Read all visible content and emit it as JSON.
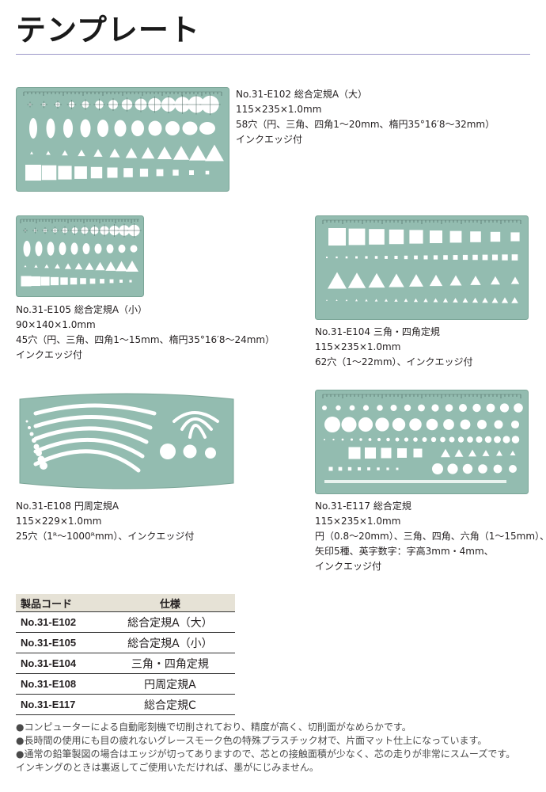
{
  "page": {
    "title": "テンプレート"
  },
  "templates": [
    {
      "id": "e102",
      "specs": [
        "No.31-E102 総合定規A（大）",
        "115×235×1.0mm",
        "58穴（円、三角、四角1〜20mm、楕円35°16′8〜32mm）",
        "インクエッジ付"
      ]
    },
    {
      "id": "e105",
      "specs": [
        "No.31-E105 総合定規A（小）",
        "90×140×1.0mm",
        "45穴（円、三角、四角1〜15mm、楕円35°16′8〜24mm）",
        "インクエッジ付"
      ]
    },
    {
      "id": "e104",
      "specs": [
        "No.31-E104 三角・四角定規",
        "115×235×1.0mm",
        "62穴（1〜22mm）、インクエッジ付"
      ]
    },
    {
      "id": "e108",
      "specs": [
        "No.31-E108 円周定規A",
        "115×229×1.0mm",
        "25穴（1ᴿ〜1000ᴿmm）、インクエッジ付"
      ]
    },
    {
      "id": "e117",
      "specs": [
        "No.31-E117 総合定規",
        "115×235×1.0mm",
        "円（0.8〜20mm）、三角、四角、六角（1〜15mm）、",
        "矢印5種、英字数字：字高3mm・4mm、",
        "インクエッジ付"
      ]
    }
  ],
  "table": {
    "headers": [
      "製品コード",
      "仕様"
    ],
    "rows": [
      [
        "No.31-E102",
        "総合定規A（大）"
      ],
      [
        "No.31-E105",
        "総合定規A（小）"
      ],
      [
        "No.31-E104",
        "三角・四角定規"
      ],
      [
        "No.31-E108",
        "円周定規A"
      ],
      [
        "No.31-E117",
        "総合定規C"
      ]
    ]
  },
  "notes": [
    "●コンピューターによる自動彫刻機で切削されており、精度が高く、切削面がなめらかです。",
    "●長時間の使用にも目の疲れないグレースモーク色の特殊プラスチック材で、片面マット仕上になっています。",
    "●通常の鉛筆製図の場合はエッジが切ってありますので、芯との接触面積が少なく、芯の走りが非常にスムーズです。",
    "インキングのときは裏返してご使用いただければ、墨がにじみません。"
  ],
  "colors": {
    "template": "#93bcb0",
    "template_edge": "#7aa597",
    "accent_rule": "#9a96c8",
    "table_header": "#e6e2d6"
  }
}
